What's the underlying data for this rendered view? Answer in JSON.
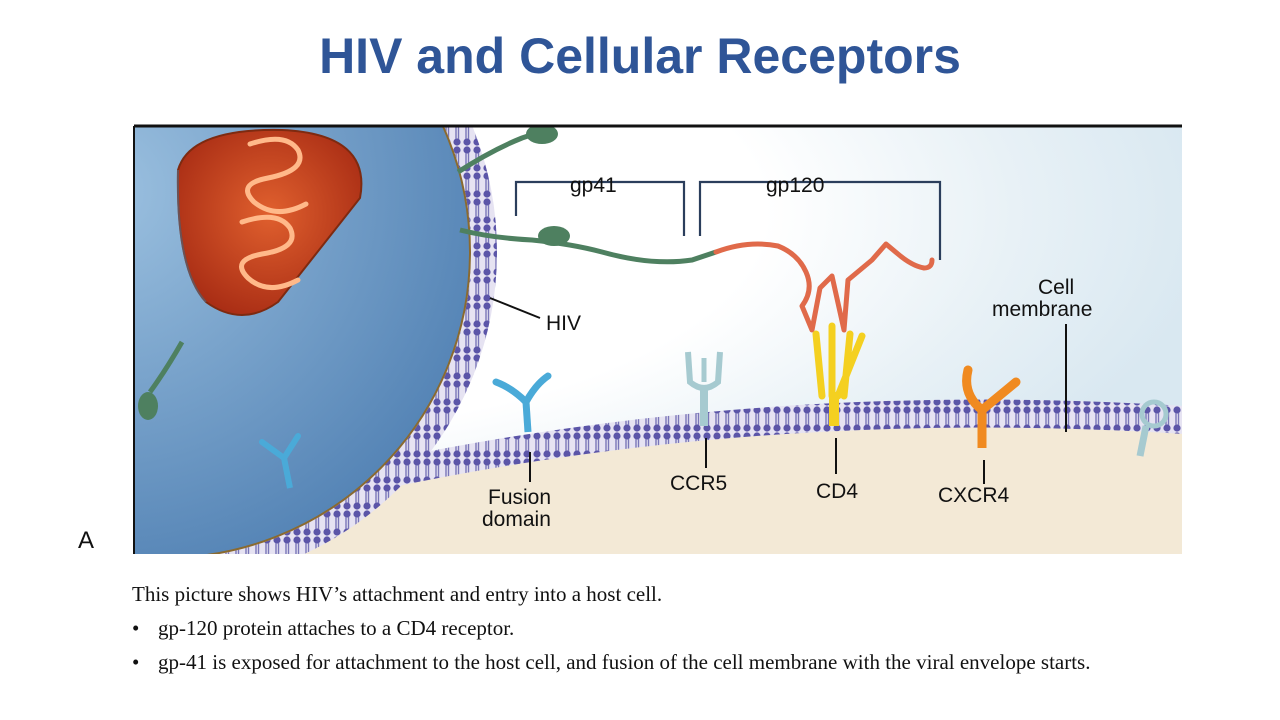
{
  "slide": {
    "title": "HIV and Cellular Receptors"
  },
  "figure": {
    "panel_letter": "A",
    "labels": {
      "gp41": "gp41",
      "gp120": "gp120",
      "hiv": "HIV",
      "cell_membrane_line1": "Cell",
      "cell_membrane_line2": "membrane",
      "fusion_domain_line1": "Fusion",
      "fusion_domain_line2": "domain",
      "ccr5": "CCR5",
      "cd4": "CD4",
      "cxcr4": "CXCR4"
    },
    "colors": {
      "virion_core": "#C8401E",
      "virion_envelope": "#5E8FC0",
      "membrane_lipid": "#5B55A8",
      "gp41_green": "#4E8060",
      "gp120_red": "#E06A4A",
      "ccr5_color": "#A6CAD0",
      "cd4_color": "#F4D020",
      "cxcr4_color": "#F08A20",
      "fusion_color": "#4AAAD8",
      "cytoplasm": "#F3E9D6"
    }
  },
  "text": {
    "intro": "This picture shows HIV’s attachment and entry into a host cell.",
    "bullet_symbol": "•",
    "bullets": [
      "gp-120 protein attaches to a CD4 receptor.",
      "gp-41 is exposed for attachment to the host cell, and fusion of the cell membrane with the viral envelope starts."
    ]
  }
}
